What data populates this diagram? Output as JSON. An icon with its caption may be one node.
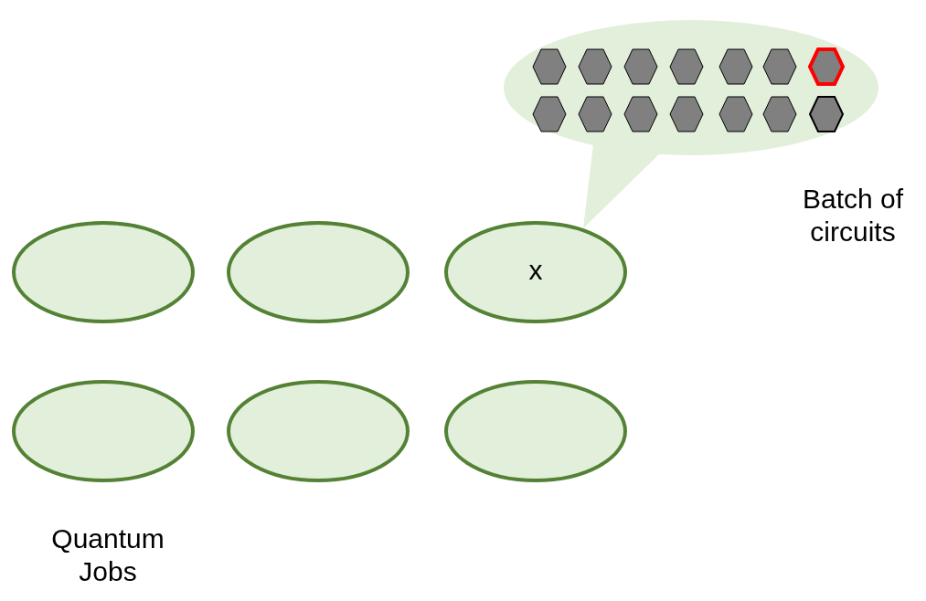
{
  "diagram": {
    "nodes": [
      {
        "text": [],
        "shape": "bubble",
        "beside": [
          "Batch of circuits"
        ]
      },
      {
        "text": [],
        "shape": "hexagon",
        "in": 0
      },
      {
        "text": [],
        "shape": "hexagon",
        "in": 0
      },
      {
        "text": [],
        "shape": "hexagon",
        "in": 0
      },
      {
        "text": [],
        "shape": "hexagon",
        "in": 0
      },
      {
        "text": [],
        "shape": "hexagon",
        "in": 0
      },
      {
        "text": [],
        "shape": "hexagon",
        "in": 0
      },
      {
        "text": [],
        "shape": "hexagon",
        "in": 0
      },
      {
        "text": [],
        "shape": "hexagon",
        "in": 0
      },
      {
        "text": [],
        "shape": "hexagon",
        "in": 0
      },
      {
        "text": [],
        "shape": "hexagon",
        "in": 0
      },
      {
        "text": [],
        "shape": "hexagon",
        "in": 0
      },
      {
        "text": [],
        "shape": "hexagon",
        "in": 0
      },
      {
        "text": [],
        "shape": "hexagon",
        "in": 0
      },
      {
        "text": [],
        "shape": "hexagon",
        "in": 0
      },
      {
        "text": [],
        "shape": "ellipse"
      },
      {
        "text": [],
        "shape": "ellipse"
      },
      {
        "text": [
          "x"
        ]
      },
      {
        "text": [],
        "shape": "ellipse"
      },
      {
        "text": [],
        "shape": "ellipse"
      },
      {
        "text": [],
        "shape": "ellipse"
      }
    ],
    "edges": [],
    "labels": [
      "Quantum Jobs"
    ]
  }
}
